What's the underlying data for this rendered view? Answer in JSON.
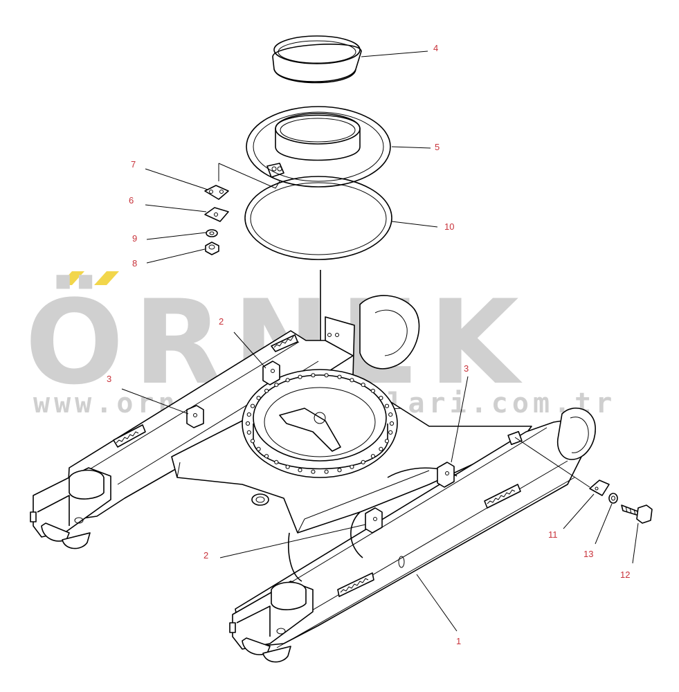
{
  "watermark": {
    "brand": "ÖRNEK",
    "url": "www.ornekismakinalari.com.tr",
    "accent_color": "#f2d64b",
    "text_color": "#d0d0d0"
  },
  "callouts": {
    "part_1": "1",
    "part_2_top": "2",
    "part_2_bottom": "2",
    "part_3_left": "3",
    "part_3_right": "3",
    "part_4": "4",
    "part_5": "5",
    "part_6": "6",
    "part_7": "7",
    "part_8": "8",
    "part_9": "9",
    "part_10": "10",
    "part_11": "11",
    "part_12": "12",
    "part_13": "13"
  },
  "callout_color": "#c8323a"
}
